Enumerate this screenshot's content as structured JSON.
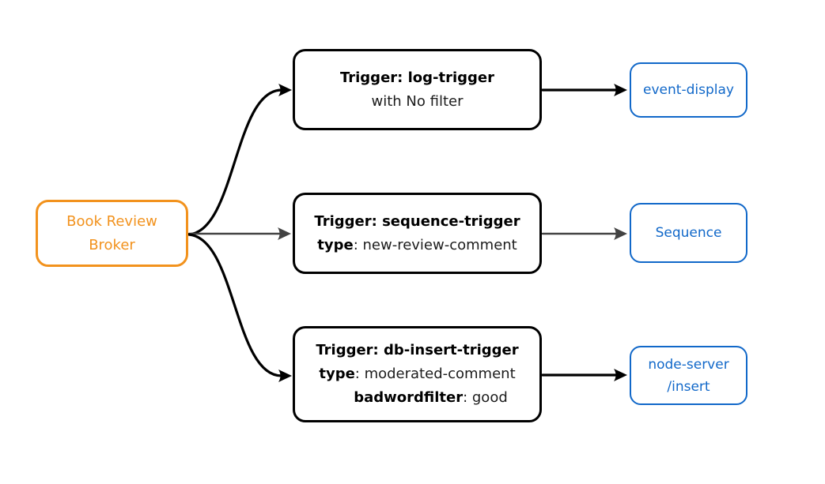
{
  "colors": {
    "broker": "#f2921d",
    "sink": "#1168c9",
    "ink": "#000000",
    "edge": "#000000",
    "edge-muted": "#424242",
    "background": "#ffffff"
  },
  "broker": {
    "line1": "Book Review",
    "line2": "Broker"
  },
  "triggers": [
    {
      "title": "Trigger: log-trigger",
      "lines": [
        {
          "bold": "",
          "text": "with No filter"
        }
      ]
    },
    {
      "title": "Trigger: sequence-trigger",
      "lines": [
        {
          "bold": "type",
          "text": ": new-review-comment"
        }
      ]
    },
    {
      "title": "Trigger: db-insert-trigger",
      "lines": [
        {
          "bold": "type",
          "text": ": moderated-comment"
        },
        {
          "bold": "badwordfilter",
          "text": ": good"
        }
      ]
    }
  ],
  "sinks": [
    {
      "line1": "event-display",
      "line2": ""
    },
    {
      "line1": "Sequence",
      "line2": ""
    },
    {
      "line1": "node-server",
      "line2": "/insert"
    }
  ]
}
